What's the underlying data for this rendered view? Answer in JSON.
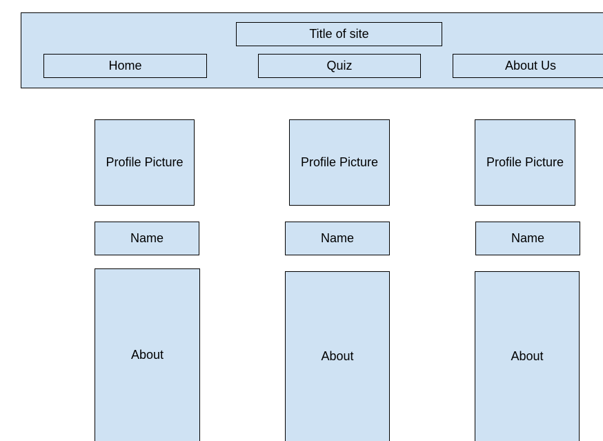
{
  "header": {
    "title": "Title of site",
    "nav": [
      {
        "label": "Home"
      },
      {
        "label": "Quiz"
      },
      {
        "label": "About Us"
      }
    ]
  },
  "profiles": [
    {
      "picture": "Profile Picture",
      "name": "Name",
      "about": "About"
    },
    {
      "picture": "Profile Picture",
      "name": "Name",
      "about": "About"
    },
    {
      "picture": "Profile Picture",
      "name": "Name",
      "about": "About"
    }
  ],
  "colors": {
    "box_fill": "#cfe2f3",
    "border": "#000000"
  }
}
